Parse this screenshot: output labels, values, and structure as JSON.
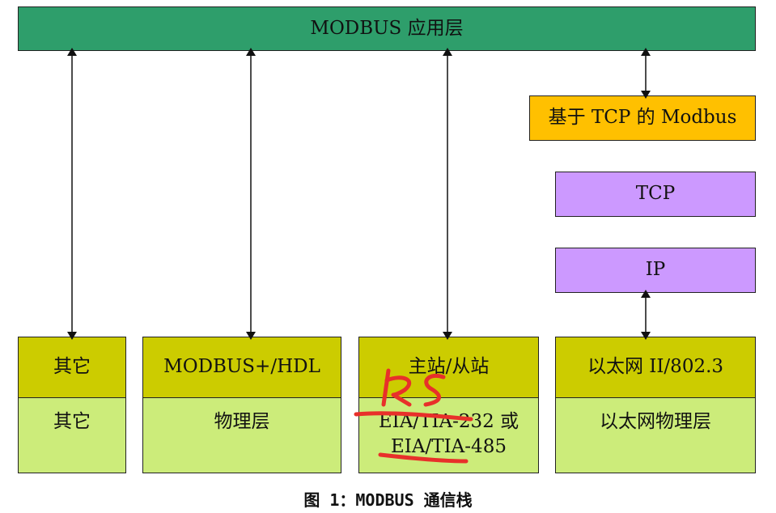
{
  "app_layer": "MODBUS 应用层",
  "tcp_modbus": "基于 TCP 的 Modbus",
  "tcp": "TCP",
  "ip": "IP",
  "columns": [
    {
      "upper": "其它",
      "lower": "其它"
    },
    {
      "upper": "MODBUS+/HDL",
      "lower": "物理层"
    },
    {
      "upper": "主站/从站",
      "lower_lines": [
        "EIA/TIA-232 或",
        "EIA/TIA-485"
      ]
    },
    {
      "upper": "以太网 II/802.3",
      "lower": "以太网物理层"
    }
  ],
  "caption": "图 1：MODBUS 通信栈",
  "handwritten_annotation": "RS",
  "colors": {
    "app_layer": "#2e9e6b",
    "tcp_modbus": "#ffc000",
    "tcp_ip": "#cc99ff",
    "upper_row": "#cccc00",
    "lower_row": "#ccec7a",
    "annotation": "#e8302a"
  }
}
